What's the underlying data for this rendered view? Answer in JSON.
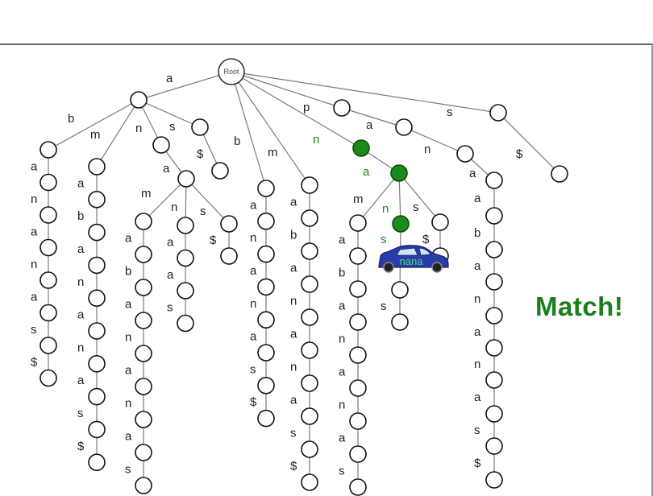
{
  "diagram": {
    "root_label": "Root",
    "match_text": "Match!",
    "car_text": "nana",
    "colors": {
      "highlight": "#1a8a1a",
      "car_body": "#2a3ca8",
      "car_text": "#3ee07a"
    },
    "edge_labels": {
      "level1": [
        "a",
        "b",
        "m",
        "n",
        "s",
        "p",
        "a",
        "s",
        "n",
        "$",
        "b",
        "m",
        "n",
        "a",
        "n",
        "$"
      ],
      "col1": [
        "a",
        "n",
        "a",
        "n",
        "a",
        "s",
        "$"
      ],
      "col2": [
        "a",
        "b",
        "a",
        "n",
        "a",
        "n",
        "a",
        "s",
        "$"
      ],
      "col3": [
        "a",
        "b",
        "a",
        "n",
        "a",
        "n",
        "a",
        "s",
        "$"
      ],
      "col4": [
        "a",
        "a",
        "s",
        "$"
      ],
      "col5": [
        "$"
      ],
      "col6": [
        "a",
        "n",
        "a",
        "n",
        "a",
        "s",
        "$"
      ],
      "col7": [
        "a",
        "b",
        "a",
        "n",
        "a",
        "n",
        "a",
        "s",
        "$"
      ],
      "col8": [
        "a",
        "b",
        "a",
        "n",
        "a",
        "n",
        "a",
        "s"
      ],
      "col9": [
        "s",
        "$"
      ],
      "col10": [
        "a",
        "b",
        "a",
        "n",
        "a",
        "n",
        "a",
        "s",
        "$"
      ],
      "extra": [
        "m",
        "n",
        "s",
        "a",
        "$",
        "s"
      ]
    }
  }
}
